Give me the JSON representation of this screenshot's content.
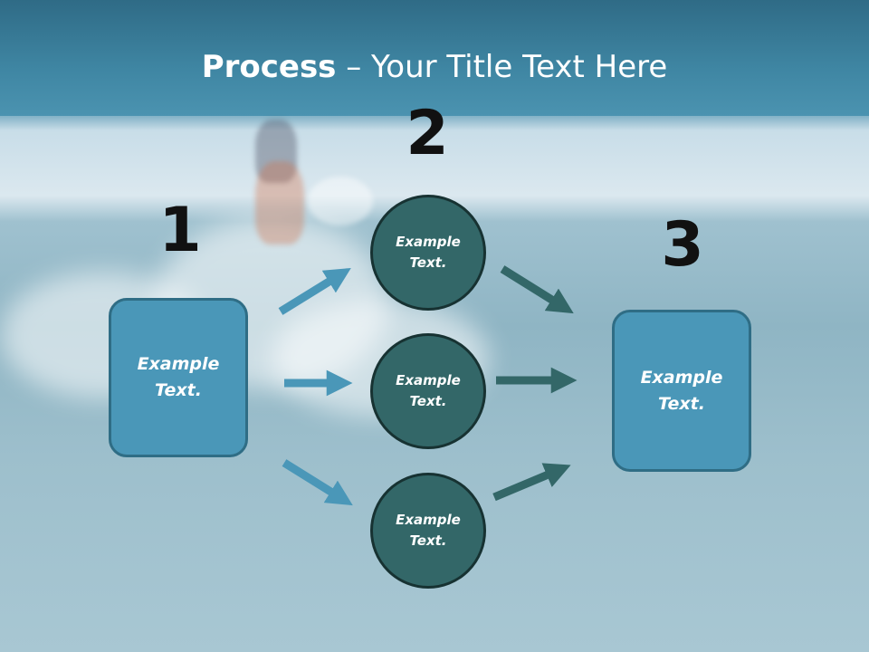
{
  "title": {
    "bold": "Process",
    "rest": " – Your Title Text Here"
  },
  "steps": [
    {
      "number": "1",
      "label": "Example\nText."
    },
    {
      "number": "2",
      "items": [
        "Example\nText.",
        "Example\nText.",
        "Example\nText."
      ]
    },
    {
      "number": "3",
      "label": "Example\nText."
    }
  ],
  "colors": {
    "box_fill": "#4a97b8",
    "circle_fill": "#336768",
    "arrow_in": "#4a97b8",
    "arrow_out": "#336768",
    "title_band": "#3f86a3"
  }
}
